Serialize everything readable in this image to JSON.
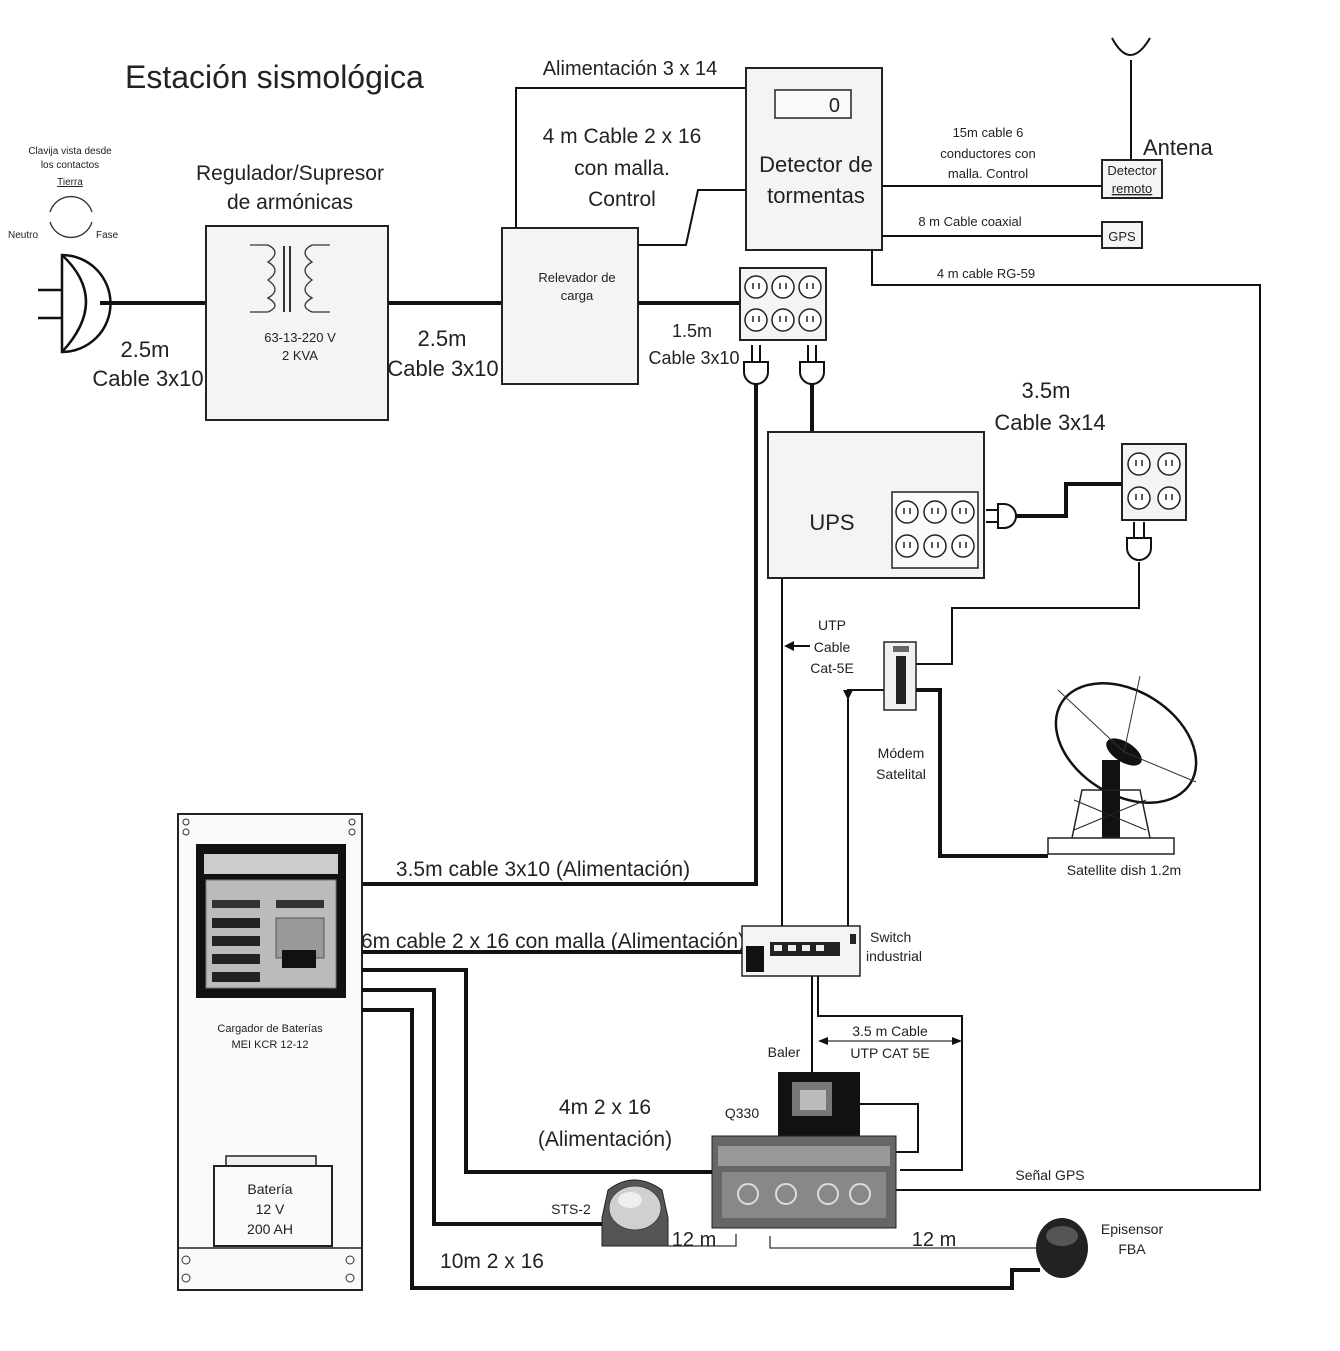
{
  "title": "Estación sismológica",
  "plug_note": [
    "Clavija vista desde",
    "los contactos",
    "Tierra"
  ],
  "plug_neutro": "Neutro",
  "plug_fase": "Fase",
  "regulator": {
    "title": [
      "Regulador/Supresor",
      "de armónicas"
    ],
    "spec": [
      "63-13-220 V",
      "2 KVA"
    ]
  },
  "cable_a": [
    "2.5m",
    "Cable 3x10"
  ],
  "cable_b": [
    "2.5m",
    "Cable 3x10"
  ],
  "relay": [
    "Relevador de",
    "carga"
  ],
  "alimentacion_top": "Alimentación 3 x 14",
  "control_cable": [
    "4 m Cable 2 x 16",
    "con malla.",
    "Control"
  ],
  "storm_detector": {
    "counter": "0",
    "label": [
      "Detector de",
      "tormentas"
    ]
  },
  "cable_15m": [
    "15m  cable     6",
    "conductores con",
    "malla. Control"
  ],
  "antena": "Antena",
  "remote_detector": [
    "Detector",
    "remoto"
  ],
  "coax": "8 m Cable coaxial",
  "gps": "GPS",
  "rg59": "4 m cable RG-59",
  "cable_15": [
    "1.5m",
    "Cable 3x10"
  ],
  "cable_35_top": [
    "3.5m",
    "Cable 3x14"
  ],
  "ups": "UPS",
  "utp_label": [
    "UTP",
    "Cable",
    "Cat-5E"
  ],
  "modem": [
    "Módem",
    "Satelital"
  ],
  "satellite": "Satellite dish 1.2m",
  "charger": [
    "Cargador de Baterías",
    "MEI KCR 12-12"
  ],
  "battery": [
    "Batería",
    "12 V",
    "200 AH"
  ],
  "cable_power": "3.5m  cable 3x10 (Alimentación)",
  "cable_6m": "6m cable 2 x 16 con malla (Alimentación)",
  "switch": [
    "Switch",
    "industrial"
  ],
  "utp_35": [
    "3.5 m Cable",
    "UTP CAT 5E"
  ],
  "baler": "Baler",
  "q330": "Q330",
  "cable_4m": [
    "4m  2 x 16",
    "(Alimentación)"
  ],
  "senal_gps": "Señal GPS",
  "sts2": "STS-2",
  "len_12a": "12 m",
  "len_12b": "12 m",
  "episensor": [
    "Episensor",
    "FBA"
  ],
  "cable_10m": "10m  2 x 16"
}
